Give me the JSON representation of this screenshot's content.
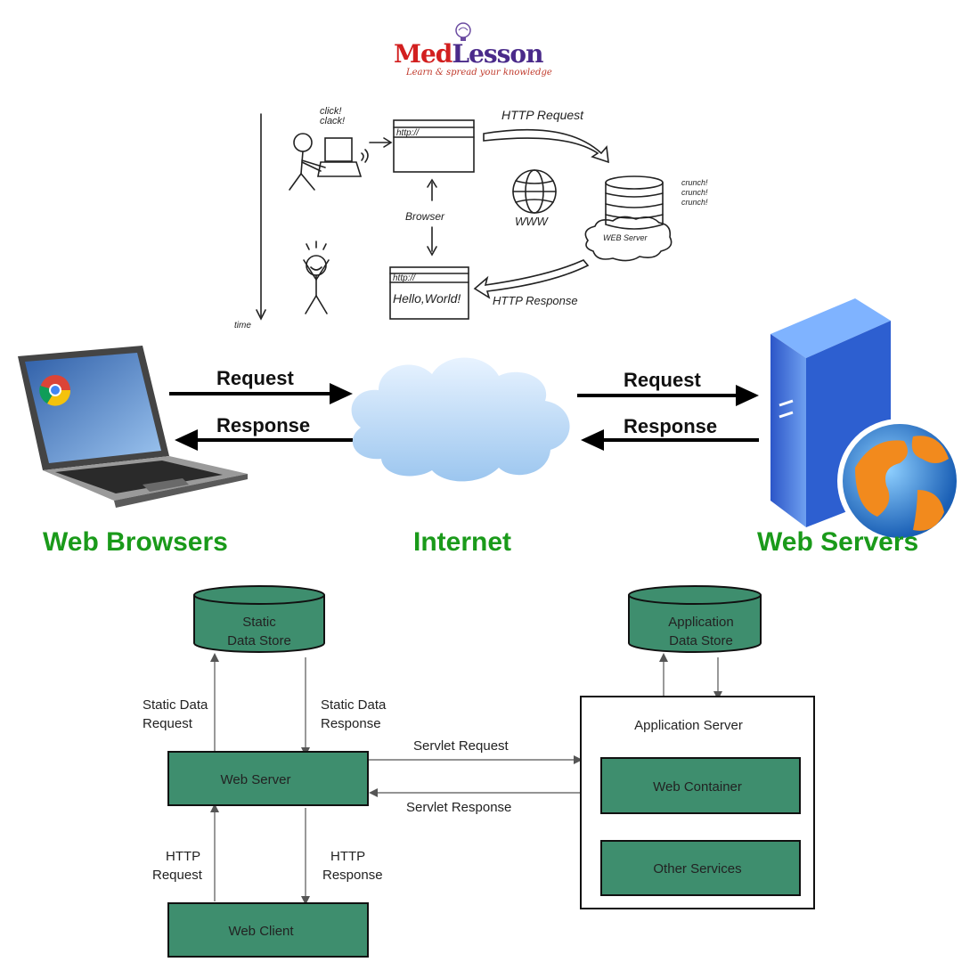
{
  "logo": {
    "brand": "MedLesson",
    "brand_part1": "Med",
    "brand_part2": "Lesson",
    "tagline": "Learn & spread your knowledge"
  },
  "sketch": {
    "click_label": "click! clack!",
    "click_line1": "click!",
    "click_line2": "clack!",
    "http_request": "HTTP Request",
    "http_response": "HTTP Response",
    "address_text": "http://",
    "browser_label": "Browser",
    "www_label": "WWW",
    "web_server_label": "WEB Server",
    "crunch_label": "crunch! crunch! crunch!",
    "crunch_1": "crunch!",
    "crunch_2": "crunch!",
    "crunch_3": "crunch!",
    "hello_world": "Hello,World!",
    "time_label": "time"
  },
  "middle": {
    "request_left": "Request",
    "response_left": "Response",
    "request_right": "Request",
    "response_right": "Response",
    "label_browsers": "Web Browsers",
    "label_internet": "Internet",
    "label_servers": "Web Servers",
    "label_color": "#1a9a1a"
  },
  "architecture": {
    "box_fill": "#3e8e6e",
    "static_store": {
      "line1": "Static",
      "line2": "Data  Store"
    },
    "app_store": {
      "line1": "Application",
      "line2": "Data  Store"
    },
    "static_request": {
      "line1": "Static Data",
      "line2": "Request"
    },
    "static_response": {
      "line1": "Static Data",
      "line2": "Response"
    },
    "web_server": "Web Server",
    "servlet_request": "Servlet  Request",
    "servlet_response": "Servlet   Response",
    "application_server": "Application Server",
    "web_container": "Web Container",
    "other_services": "Other Services",
    "http_request": {
      "line1": "HTTP",
      "line2": "Request"
    },
    "http_response": {
      "line1": "HTTP",
      "line2": "Response"
    },
    "web_client": "Web Client"
  }
}
